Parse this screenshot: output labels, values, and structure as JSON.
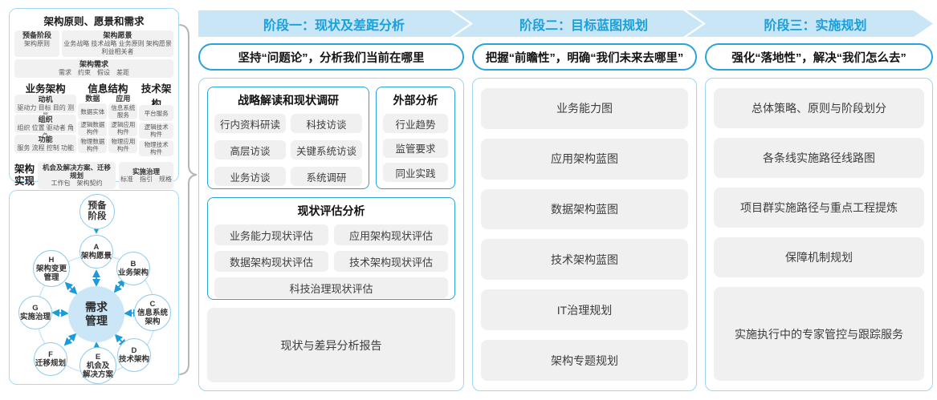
{
  "colors": {
    "accent_blue": "#18a0dd",
    "banner_bg": "#c9e6f7",
    "strong_border": "#29a3dc",
    "panel_border": "#9ed6f2",
    "box_gray": "#f0f0f0",
    "arrow_blue": "#1b9cd8",
    "center_fill": "#cbe7f7"
  },
  "left_top": {
    "title": "架构原则、愿景和需求",
    "prep_stage": {
      "title": "预备阶段",
      "body": "架构原则"
    },
    "vision": {
      "title": "架构愿景",
      "body": "业务战略 技术战略 业务原则 架构愿景 利益相关者"
    },
    "requirements": {
      "title": "架构需求",
      "body": "需求　约束　假设　差距"
    },
    "business": {
      "title": "业务架构",
      "items": [
        {
          "title": "动机",
          "body": "驱动力 目标 目的 测量"
        },
        {
          "title": "组织",
          "body": "组织 位置 驱动者 角色"
        },
        {
          "title": "功能",
          "body": "服务 流程 控制 功能"
        }
      ]
    },
    "information": {
      "title": "信息结构",
      "data": {
        "title": "数据",
        "items": [
          "数据实体",
          "逻辑数据\n构件",
          "物理数据\n构件"
        ]
      },
      "application": {
        "title": "应用",
        "items": [
          "信息系统\n服务",
          "逻辑应用\n构件",
          "物理应用\n构件"
        ]
      }
    },
    "technology": {
      "title": "技术架构",
      "items": [
        "平台服务",
        "逻辑技术\n构件",
        "物理技术\n构件"
      ]
    },
    "realization": {
      "label": "架构\n实现",
      "opportunities": {
        "title": "机会及解决方案、迁移规划",
        "body": "工作包　架构契约"
      },
      "governance": {
        "title": "实施治理",
        "body": "标准　指引　规格"
      }
    }
  },
  "adm": {
    "prep": "预备\n阶段",
    "center": "需求\n管理",
    "nodes": [
      {
        "label": "A\n架构愿景"
      },
      {
        "label": "B\n业务架构"
      },
      {
        "label": "C\n信息系统\n架构"
      },
      {
        "label": "D\n技术架构"
      },
      {
        "label": "E\n机会及\n解决方案"
      },
      {
        "label": "F\n迁移规划"
      },
      {
        "label": "G\n实施治理"
      },
      {
        "label": "H\n架构变更\n管理"
      }
    ]
  },
  "phases": [
    {
      "banner": "阶段一：现状及差距分析",
      "subtitle": "坚持“问题论”，分析我们当前在哪里",
      "strategy_survey": {
        "title": "战略解读和现状调研",
        "items": [
          "行内资料研读",
          "科技访谈",
          "高层访谈",
          "关键系统访谈",
          "业务访谈",
          "系统调研"
        ]
      },
      "external": {
        "title": "外部分析",
        "items": [
          "行业趋势",
          "监管要求",
          "同业实践"
        ]
      },
      "assessment": {
        "title": "现状评估分析",
        "items": [
          "业务能力现状评估",
          "应用架构现状评估",
          "数据架构现状评估",
          "技术架构现状评估",
          "科技治理现状评估"
        ]
      },
      "report": "现状与差异分析报告"
    },
    {
      "banner": "阶段二：目标蓝图规划",
      "subtitle": "把握“前瞻性”，明确“我们未来去哪里”",
      "items": [
        "业务能力图",
        "应用架构蓝图",
        "数据架构蓝图",
        "技术架构蓝图",
        "IT治理规划",
        "架构专题规划"
      ]
    },
    {
      "banner": "阶段三：实施规划",
      "subtitle": "强化“落地性”，解决“我们怎么去”",
      "items": [
        "总体策略、原则与阶段划分",
        "各条线实施路径线路图",
        "项目群实施路径与重点工程提炼",
        "保障机制规划",
        "实施执行中的专家管控与跟踪服务"
      ]
    }
  ]
}
